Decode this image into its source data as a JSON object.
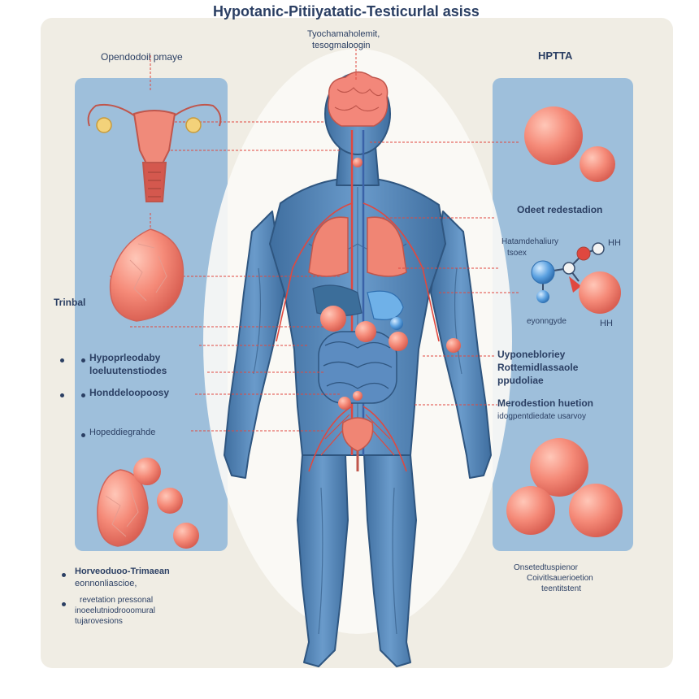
{
  "title": "Hypotanic-Pitiiyatatic-Testicurlal asiss",
  "top_label": {
    "line1": "Tyochamaholemit,",
    "line2": "tesogmaloogin"
  },
  "left": {
    "ovary_label": "Opendodoil pmaye",
    "tribal_label": "Trinbal",
    "bullet1": {
      "line1": "Hypoprleodaby",
      "line2": "loeluutenstiodes"
    },
    "bullet2": "Honddeloopoosy",
    "bullet3": "Hopeddiegrahde"
  },
  "right": {
    "hpta_label": "HPTTA",
    "odect_label": "Odeet redestadion",
    "molecule_label": {
      "line1": "Hatamdehaliury",
      "line2": "tsoex"
    },
    "hh_top": "HH",
    "hh_bottom": "HH",
    "glycine_label": "eyonngyde",
    "group1": {
      "line1": "Uyponebloriey",
      "line2": "Rottemidlassaole",
      "line3": "ppudoliae"
    },
    "group2": {
      "line1": "Merodestion huetion",
      "line2": "idogpentdiedate usarvoy"
    }
  },
  "footer_left": {
    "bullet1": {
      "line1": "Horveoduoo-Trimaean",
      "line2": "eonnonliascioe,"
    },
    "bullet2": {
      "line1": "revetation pressonal",
      "line2": "inoeelutniodrooomural",
      "line3": "tujarovesions"
    }
  },
  "footer_right": {
    "line1": "Onsetedtuspienor",
    "line2": "Coivitlsauerioetion",
    "line3": "teentitstent"
  },
  "colors": {
    "background": "#f0ede4",
    "panel": "#9ebfdb",
    "body": "#4f7fb3",
    "organ": "#f07a68",
    "text": "#2b3f63",
    "leader": "#e0483f"
  }
}
